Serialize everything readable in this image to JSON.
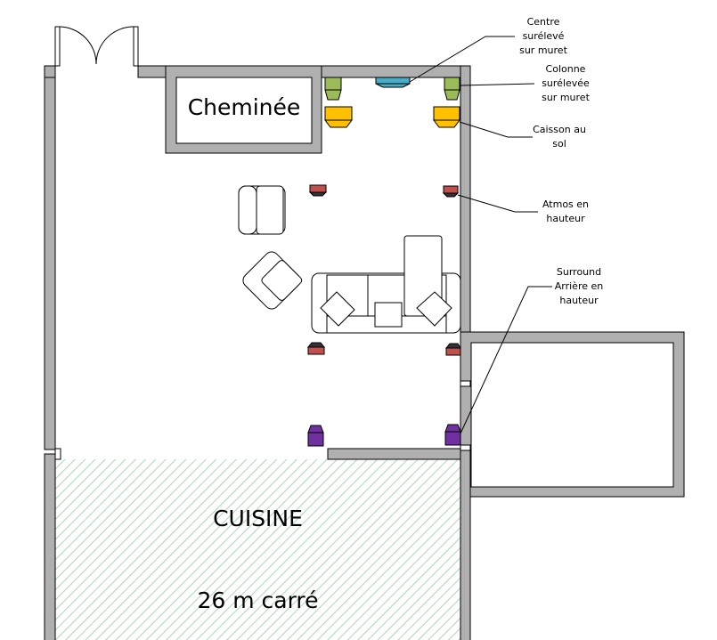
{
  "rooms": {
    "fireplace": "Cheminée",
    "kitchen": "CUISINE",
    "kitchen_area": "26 m carré"
  },
  "labels": {
    "centre": "Centre\nsurélevé\nsur muret",
    "column": "Colonne\nsurélevée\nsur muret",
    "sub": "Caisson au\nsol",
    "atmos": "Atmos en\nhauteur",
    "surround": "Surround\nArrière en\nhauteur"
  },
  "colors": {
    "wall": "#b0b0b0",
    "centre": "#4bacc6",
    "column": "#9bbb59",
    "sub": "#ffc000",
    "atmos": "#c0504d",
    "surround": "#7030a0",
    "hatch": "#a9d8b2"
  }
}
